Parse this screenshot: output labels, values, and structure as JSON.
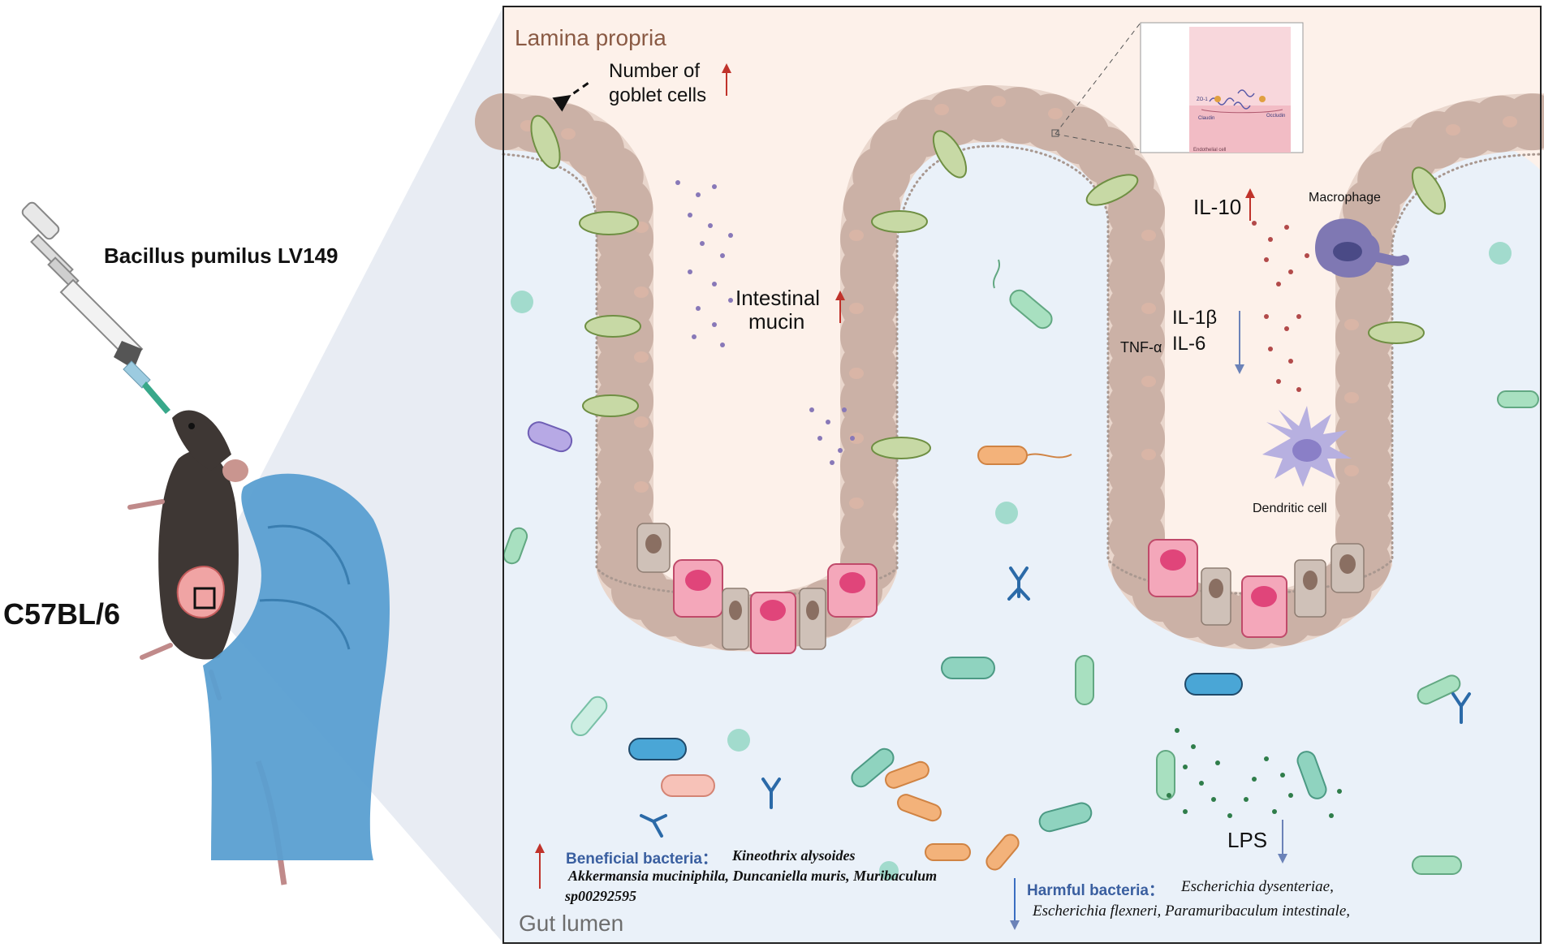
{
  "left": {
    "strain_label": "Bacillus pumilus  LV149",
    "mouse_strain": "C57BL/6"
  },
  "panel": {
    "region_top": "Lamina propria",
    "region_bottom": "Gut lumen",
    "goblet_line1": "Number of",
    "goblet_line2": "goblet cells",
    "mucin_line1": "Intestinal",
    "mucin_line2": "mucin",
    "il10": "IL-10",
    "macrophage": "Macrophage",
    "il1b": "IL-1β",
    "il6": "IL-6",
    "tnfa": "TNF-α",
    "dendritic": "Dendritic cell",
    "lps": "LPS",
    "inset": {
      "zo1": "ZO-1",
      "claudin": "Claudin",
      "occludin": "Occludin",
      "endothelial": "Endothelial cell"
    }
  },
  "bacteria": {
    "beneficial_label": "Beneficial bacteria：",
    "beneficial_line1": "Kineothrix alysoides",
    "beneficial_line2": "Akkermansia muciniphila, Duncaniella muris, Muribaculum",
    "beneficial_line3": "sp00292595",
    "harmful_label": "Harmful bacteria：",
    "harmful_line1": "Escherichia dysenteriae,",
    "harmful_line2": "Escherichia flexneri, Paramuribaculum intestinale,"
  },
  "colors": {
    "lamina": "#fdf1ea",
    "lumen": "#eaf1f9",
    "epithelium": "#e9d6cc",
    "goblet": "#8bad5e",
    "paneth": "#e36b8a",
    "arrow_up": "#c0332b",
    "arrow_down": "#5b7fbf",
    "label_blue": "#3a5fa0"
  }
}
